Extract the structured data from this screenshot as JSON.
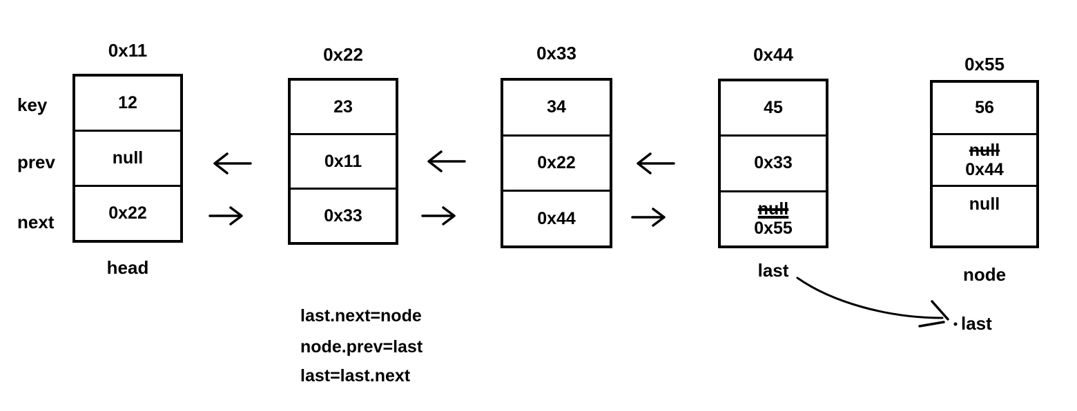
{
  "diagram": {
    "background": "#ffffff",
    "ink_color": "#000000",
    "field_labels": {
      "key": "key",
      "prev": "prev",
      "next": "next"
    },
    "nodes": [
      {
        "address": "0x11",
        "key": "12",
        "prev": "null",
        "next": "0x22",
        "pointer_label": "head"
      },
      {
        "address": "0x22",
        "key": "23",
        "prev": "0x11",
        "next": "0x33"
      },
      {
        "address": "0x33",
        "key": "34",
        "prev": "0x22",
        "next": "0x44"
      },
      {
        "address": "0x44",
        "key": "45",
        "prev": "0x33",
        "next_old": "null",
        "next_new": "0x55",
        "pointer_label": "last"
      },
      {
        "address": "0x55",
        "key": "56",
        "prev_old": "null",
        "prev_new": "0x44",
        "next": "null",
        "pointer_label": "node"
      }
    ],
    "equations": [
      "last.next=node",
      "node.prev=last",
      "last=last.next"
    ],
    "moved_pointer": {
      "label": "last"
    }
  }
}
